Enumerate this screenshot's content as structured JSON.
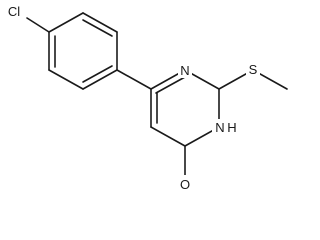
{
  "structure": {
    "atoms": {
      "cl": "Cl",
      "n_ring": "N",
      "s": "S",
      "nh_n": "N",
      "nh_h": "H",
      "o": "O"
    }
  }
}
